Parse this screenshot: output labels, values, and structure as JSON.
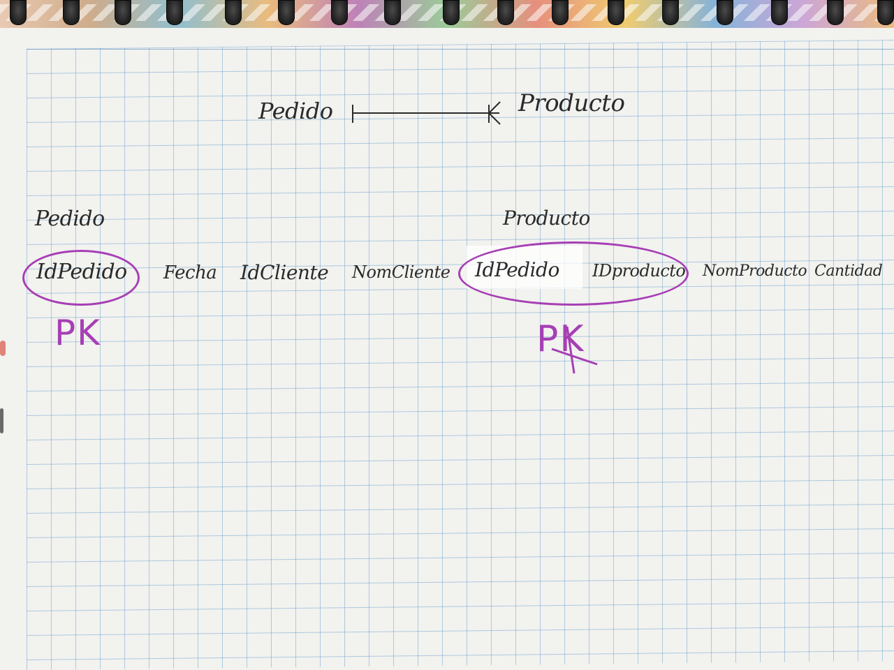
{
  "diagram": {
    "entity_left": "Pedido",
    "entity_right": "Producto",
    "relationship_symbol": "one-to-many"
  },
  "table_pedido": {
    "title": "Pedido",
    "fields": [
      "IdPedido",
      "Fecha",
      "IdCliente",
      "NomCliente"
    ],
    "key_label": "PK"
  },
  "table_producto": {
    "title": "Producto",
    "fields": [
      "IdPedido",
      "IDproducto",
      "NomProducto",
      "Cantidad"
    ],
    "key_label": "PK"
  },
  "colors": {
    "pen_ink": "#a63fb4",
    "pencil": "#2a2a2a",
    "grid": "#5a96c8"
  }
}
